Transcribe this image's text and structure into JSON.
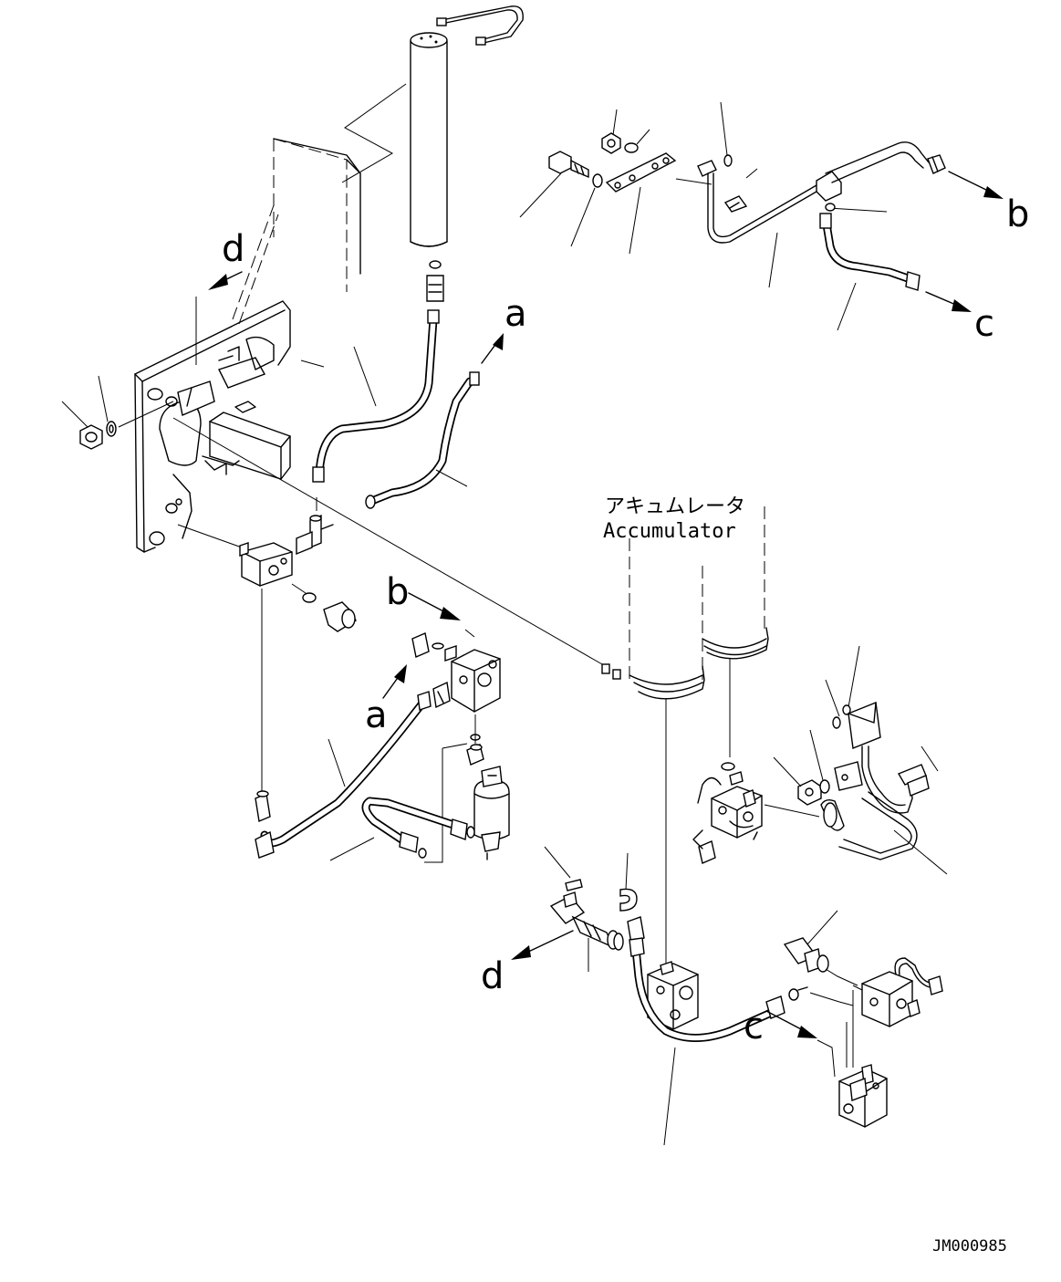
{
  "callouts": {
    "a_top": "a",
    "a_bottom": "a",
    "b_top": "b",
    "b_mid": "b",
    "c_top": "c",
    "c_bottom": "c",
    "d_top": "d",
    "d_bottom": "d"
  },
  "accumulator_label_jp": "アキュムレータ",
  "accumulator_label_en": "Accumulator",
  "drawing_code": "JM000985"
}
